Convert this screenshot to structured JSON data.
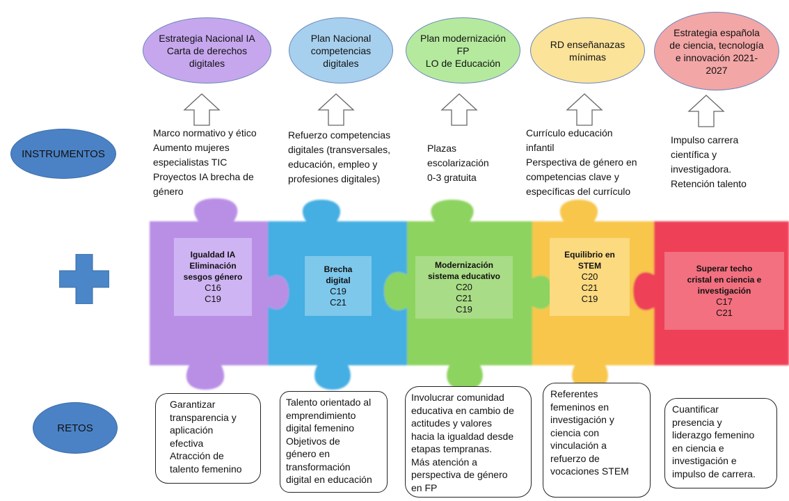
{
  "colors": {
    "purple": "#c6a7ee",
    "blue": "#a7d0ee",
    "green": "#b5ea9e",
    "yellow": "#fbe39a",
    "pink": "#f3a6a6",
    "puzzle_purple": "#b98fe6",
    "puzzle_blue": "#44aee2",
    "puzzle_green": "#8dd35f",
    "puzzle_yellow": "#f8c64c",
    "puzzle_red": "#ee4056",
    "side_blue": "#4b82c6",
    "plus_blue": "#4a86c8"
  },
  "side": {
    "instrumentos": "INSTRUMENTOS",
    "retos": "RETOS"
  },
  "top": [
    {
      "text": "Estrategia Nacional IA\nCarta de derechos\ndigitales"
    },
    {
      "text": "Plan Nacional\ncompetencias\ndigitales"
    },
    {
      "text": "Plan modernización\nFP\nLO de Educación"
    },
    {
      "text": "RD enseñanazas\nmínimas"
    },
    {
      "text": "Estrategia española\nde ciencia, tecnología\ne innovación 2021-\n2027"
    }
  ],
  "instruments": [
    {
      "text": "Marco normativo y ético\nAumento mujeres\nespecialistas TIC\nProyectos IA brecha de\ngénero"
    },
    {
      "text": "Refuerzo competencias\ndigitales (transversales,\neducación, empleo y\nprofesiones digitales)"
    },
    {
      "text": "Plazas\nescolarización\n0-3 gratuita"
    },
    {
      "text": "Currículo educación\ninfantil\nPerspectiva de género en\ncompetencias clave y\nespecíficas del currículo"
    },
    {
      "text": "Impulso carrera\ncientífica y\ninvestigadora.\nRetención talento"
    }
  ],
  "pieces": [
    {
      "title": "Igualdad IA\nEliminación\nsesgos género",
      "codes": "C16\nC19"
    },
    {
      "title": "Brecha\ndigital",
      "codes": "C19\nC21"
    },
    {
      "title": "Modernización\nsistema educativo",
      "codes": "C20\nC21\nC19"
    },
    {
      "title": "Equilibrio en\nSTEM",
      "codes": "C20\nC21\nC19"
    },
    {
      "title": "Superar techo\ncristal en ciencia e\ninvestigación",
      "codes": "C17\nC21"
    }
  ],
  "retos": [
    {
      "text": "Garantizar\ntransparencia y\naplicación\nefectiva\nAtracción de\ntalento femenino"
    },
    {
      "text": "Talento orientado al\nemprendimiento\ndigital femenino\nObjetivos de\ngénero en\ntransformación\ndigital en educación"
    },
    {
      "text": "Involucrar comunidad\neducativa en cambio de\nactitudes y valores\nhacia la igualdad desde\netapas tempranas.\nMás atención a\nperspectiva de género\nen FP"
    },
    {
      "text": "Referentes\nfemeninos en\ninvestigación y\nciencia con\nvinculación a\nrefuerzo de\nvocaciones STEM"
    },
    {
      "text": "Cuantificar\npresencia y\nliderazgo femenino\nen ciencia e\ninvestigación e\nimpulso de carrera."
    }
  ]
}
